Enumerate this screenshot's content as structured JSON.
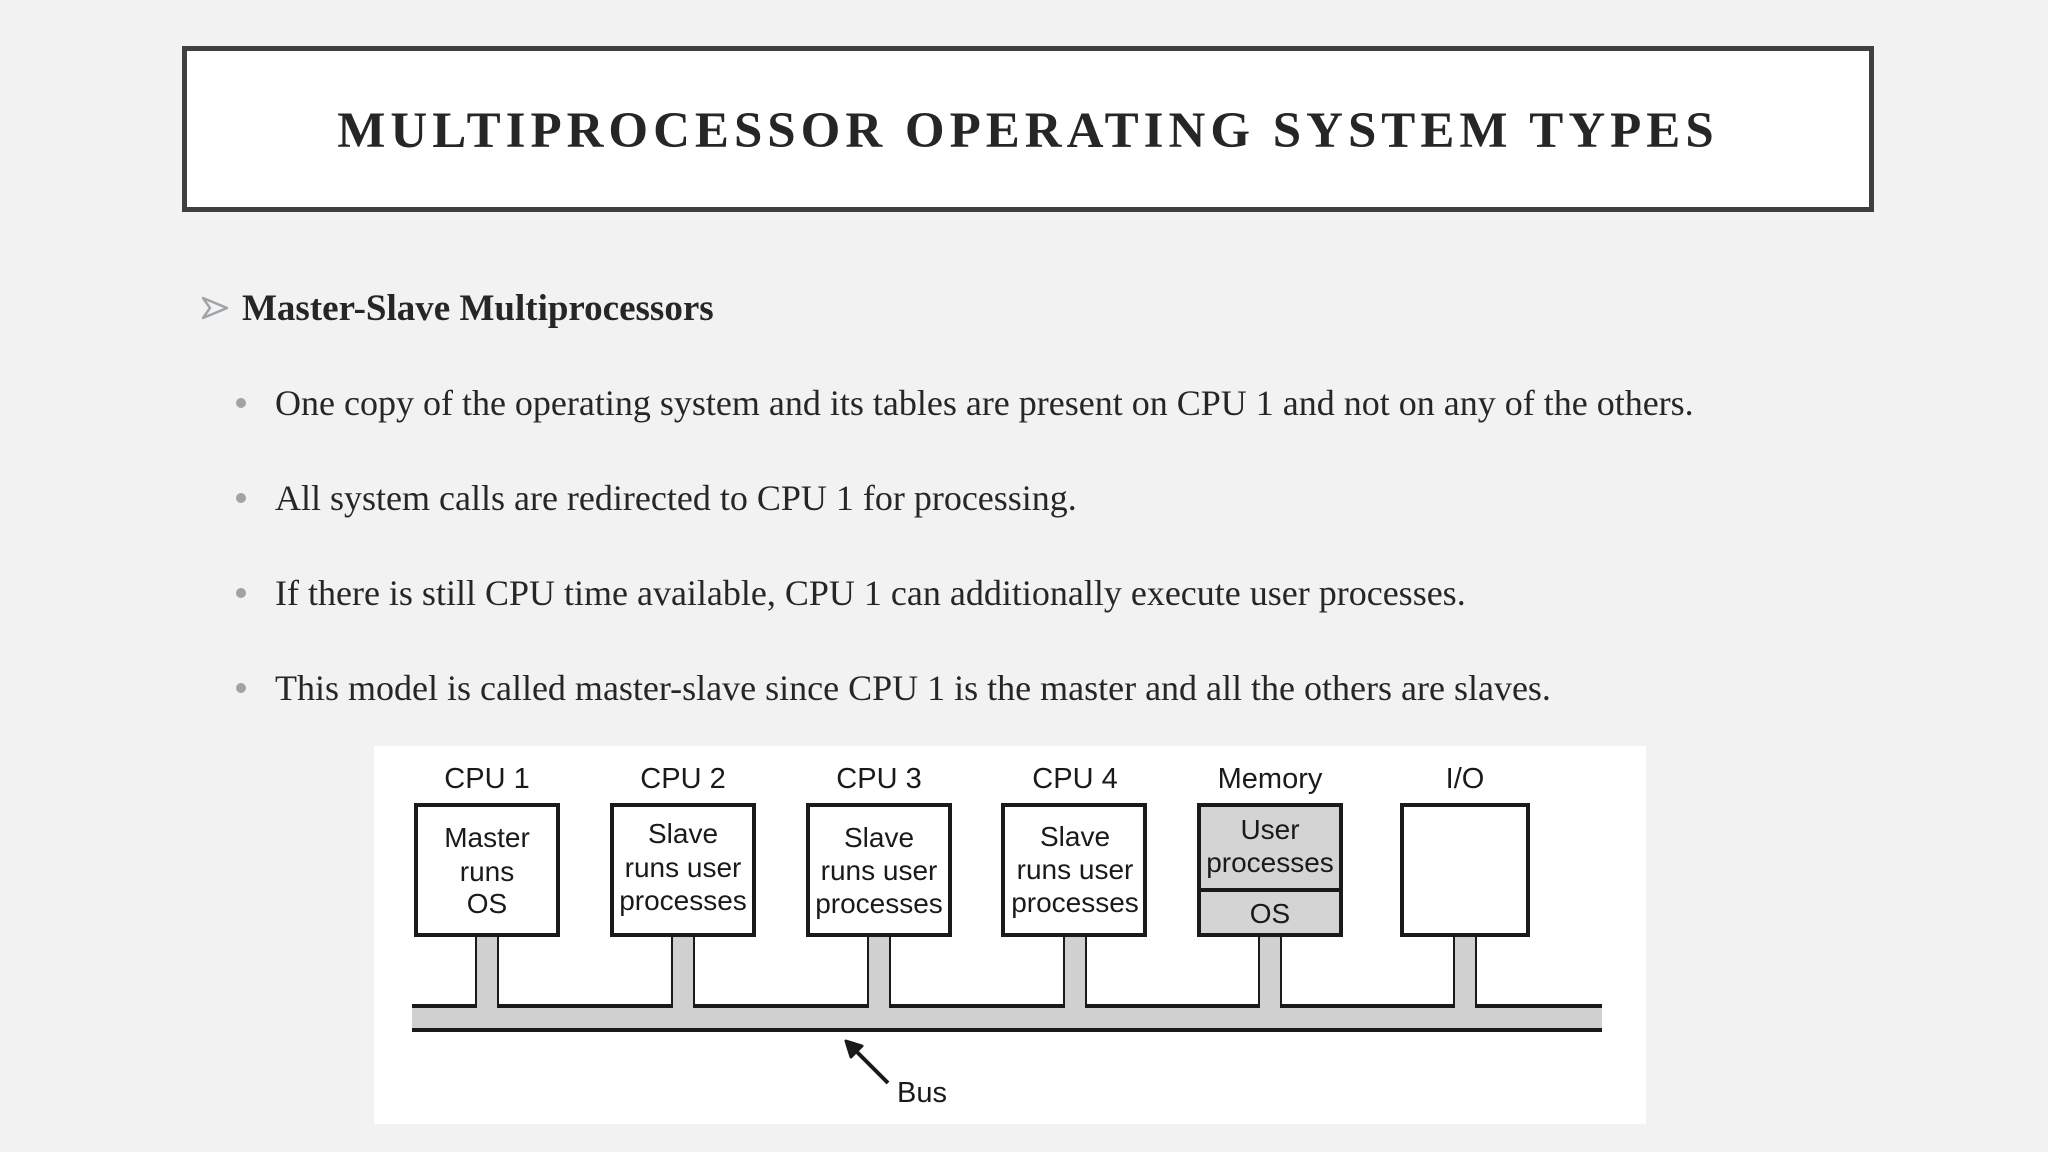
{
  "slide": {
    "title": "MULTIPROCESSOR OPERATING SYSTEM TYPES",
    "heading": "Master-Slave Multiprocessors",
    "heading_icon": "arrowhead-bullet-icon",
    "bullets": [
      "One copy of the operating system and its tables are present on CPU 1 and not on any of the others.",
      "All system calls are redirected to CPU 1 for processing.",
      "If there is still CPU time available, CPU 1 can additionally execute user processes.",
      "This model is called master-slave since CPU 1 is the master and all the others are slaves."
    ]
  },
  "diagram": {
    "units": [
      {
        "label": "CPU 1",
        "lines": [
          "Master",
          "runs",
          "OS"
        ]
      },
      {
        "label": "CPU 2",
        "lines": [
          "Slave",
          "runs user",
          "processes"
        ]
      },
      {
        "label": "CPU 3",
        "lines": [
          "Slave",
          "runs user",
          "processes"
        ]
      },
      {
        "label": "CPU 4",
        "lines": [
          "Slave",
          "runs user",
          "processes"
        ]
      }
    ],
    "memory": {
      "label": "Memory",
      "top_lines": [
        "User",
        "processes"
      ],
      "bottom": "OS"
    },
    "io": {
      "label": "I/O"
    },
    "bus_label": "Bus",
    "colors": {
      "box_fill": "#ffffff",
      "memory_fill": "#d4d4d4",
      "bus_fill": "#d0d0d0",
      "stroke": "#1a1a1a"
    }
  }
}
